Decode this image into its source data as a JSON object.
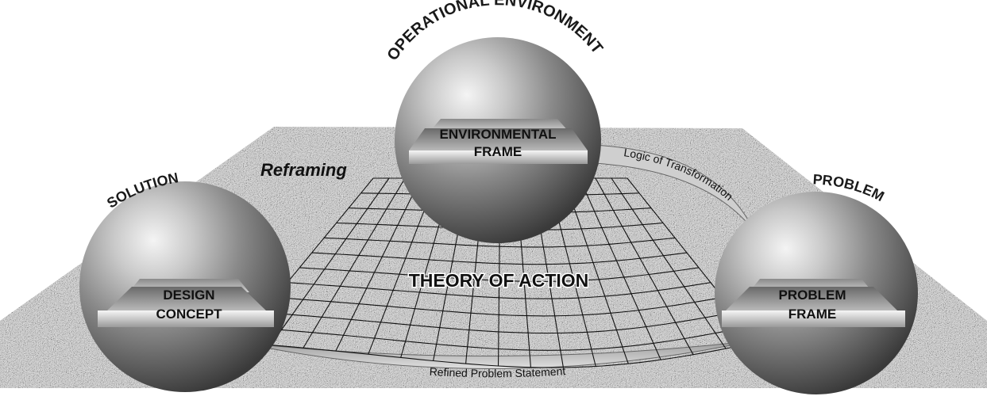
{
  "spheres": {
    "top": {
      "outer_label": "OPERATIONAL ENVIRONMENT",
      "frame_lines": [
        "ENVIRONMENTAL",
        "FRAME"
      ]
    },
    "left": {
      "outer_label": "SOLUTION",
      "frame_lines": [
        "DESIGN",
        "CONCEPT"
      ]
    },
    "right": {
      "outer_label": "PROBLEM",
      "frame_lines": [
        "PROBLEM",
        "FRAME"
      ]
    }
  },
  "center_label": "THEORY OF ACTION",
  "reframing_label": "Reframing",
  "arc_labels": {
    "logic": "Logic of Transformation",
    "refined": "Refined Problem Statement"
  }
}
